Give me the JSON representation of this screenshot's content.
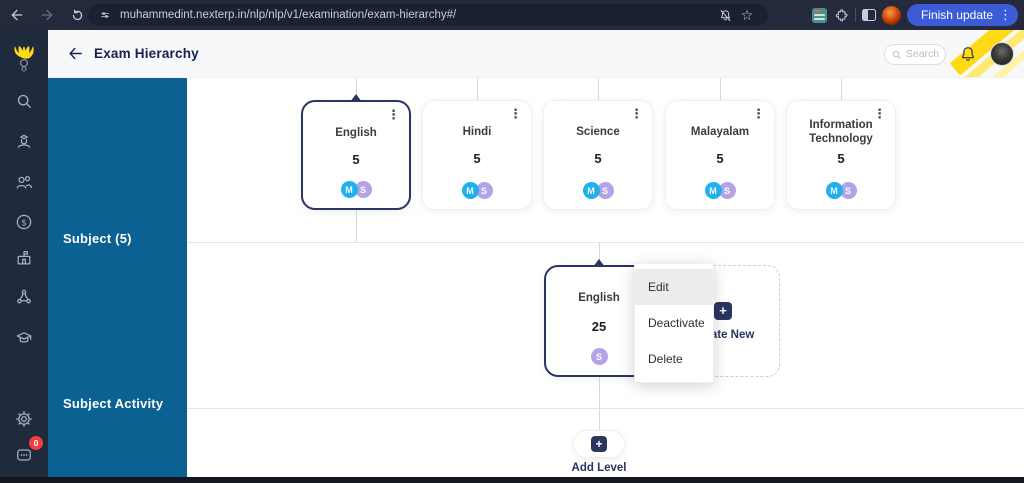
{
  "browser": {
    "url": "muhammedint.nexterp.in/nlp/nlp/v1/examination/exam-hierarchy#/",
    "finish_update_label": "Finish update",
    "icons": [
      "back-arrow",
      "forward-arrow",
      "reload",
      "site-settings",
      "notifications-blocked",
      "bookmark-star",
      "extension-app",
      "extensions-puzzle",
      "side-panel",
      "profile-avatar",
      "kebab-menu"
    ]
  },
  "header": {
    "title": "Exam Hierarchy",
    "search_label": "Search",
    "icons": [
      "back-arrow",
      "search",
      "notification-bell",
      "user-avatar",
      "yellow-corner-decor"
    ]
  },
  "sidebar": {
    "icons": [
      "logo",
      "search",
      "student",
      "people",
      "fees",
      "institution",
      "network",
      "academics",
      "settings",
      "chat"
    ],
    "chat_badge": "0"
  },
  "rows": {
    "subject_label": "Subject (5)",
    "activity_label": "Subject Activity"
  },
  "subjects": [
    {
      "title": "English",
      "count": "5",
      "badge_m": "M",
      "badge_s": "S",
      "selected": true
    },
    {
      "title": "Hindi",
      "count": "5",
      "badge_m": "M",
      "badge_s": "S",
      "selected": false
    },
    {
      "title": "Science",
      "count": "5",
      "badge_m": "M",
      "badge_s": "S",
      "selected": false
    },
    {
      "title": "Malayalam",
      "count": "5",
      "badge_m": "M",
      "badge_s": "S",
      "selected": false
    },
    {
      "title": "Information Technology",
      "count": "5",
      "badge_m": "M",
      "badge_s": "S",
      "selected": false
    }
  ],
  "activity": {
    "card": {
      "title": "English",
      "count": "25",
      "badge_s": "S",
      "selected": true
    },
    "create_new_label": "Create New"
  },
  "context_menu": {
    "items": [
      "Edit",
      "Deactivate",
      "Delete"
    ],
    "highlighted_index": 0
  },
  "add_level_label": "Add Level",
  "glyphs": {
    "kebab": "⋮",
    "plus": "+",
    "star": "☆"
  },
  "colors": {
    "panel_teal": "#0B6191",
    "navy": "#2A3560",
    "badge_m_blue": "#1FB0F0",
    "badge_s_purple": "#B2A4E6",
    "update_button_blue": "#3C5BD6",
    "logo_yellow": "#FFD913",
    "notification_red": "#F03E3E",
    "rail_dark": "#202A3D",
    "browser_bar_dark": "#242A3B"
  }
}
